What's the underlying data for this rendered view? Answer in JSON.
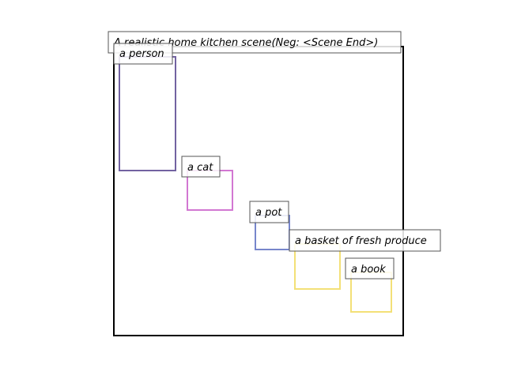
{
  "scene": {
    "caption": "A realistic home kitchen scene(Neg: <Scene End>)",
    "frame_color": "#000000"
  },
  "objects": [
    {
      "label": "a person",
      "color": "#6a5a9c"
    },
    {
      "label": "a cat",
      "color": "#d070d0"
    },
    {
      "label": "a pot",
      "color": "#7080c8"
    },
    {
      "label": "a basket of fresh produce",
      "color": "#f2de70"
    },
    {
      "label": "a book",
      "color": "#f2de70"
    }
  ]
}
